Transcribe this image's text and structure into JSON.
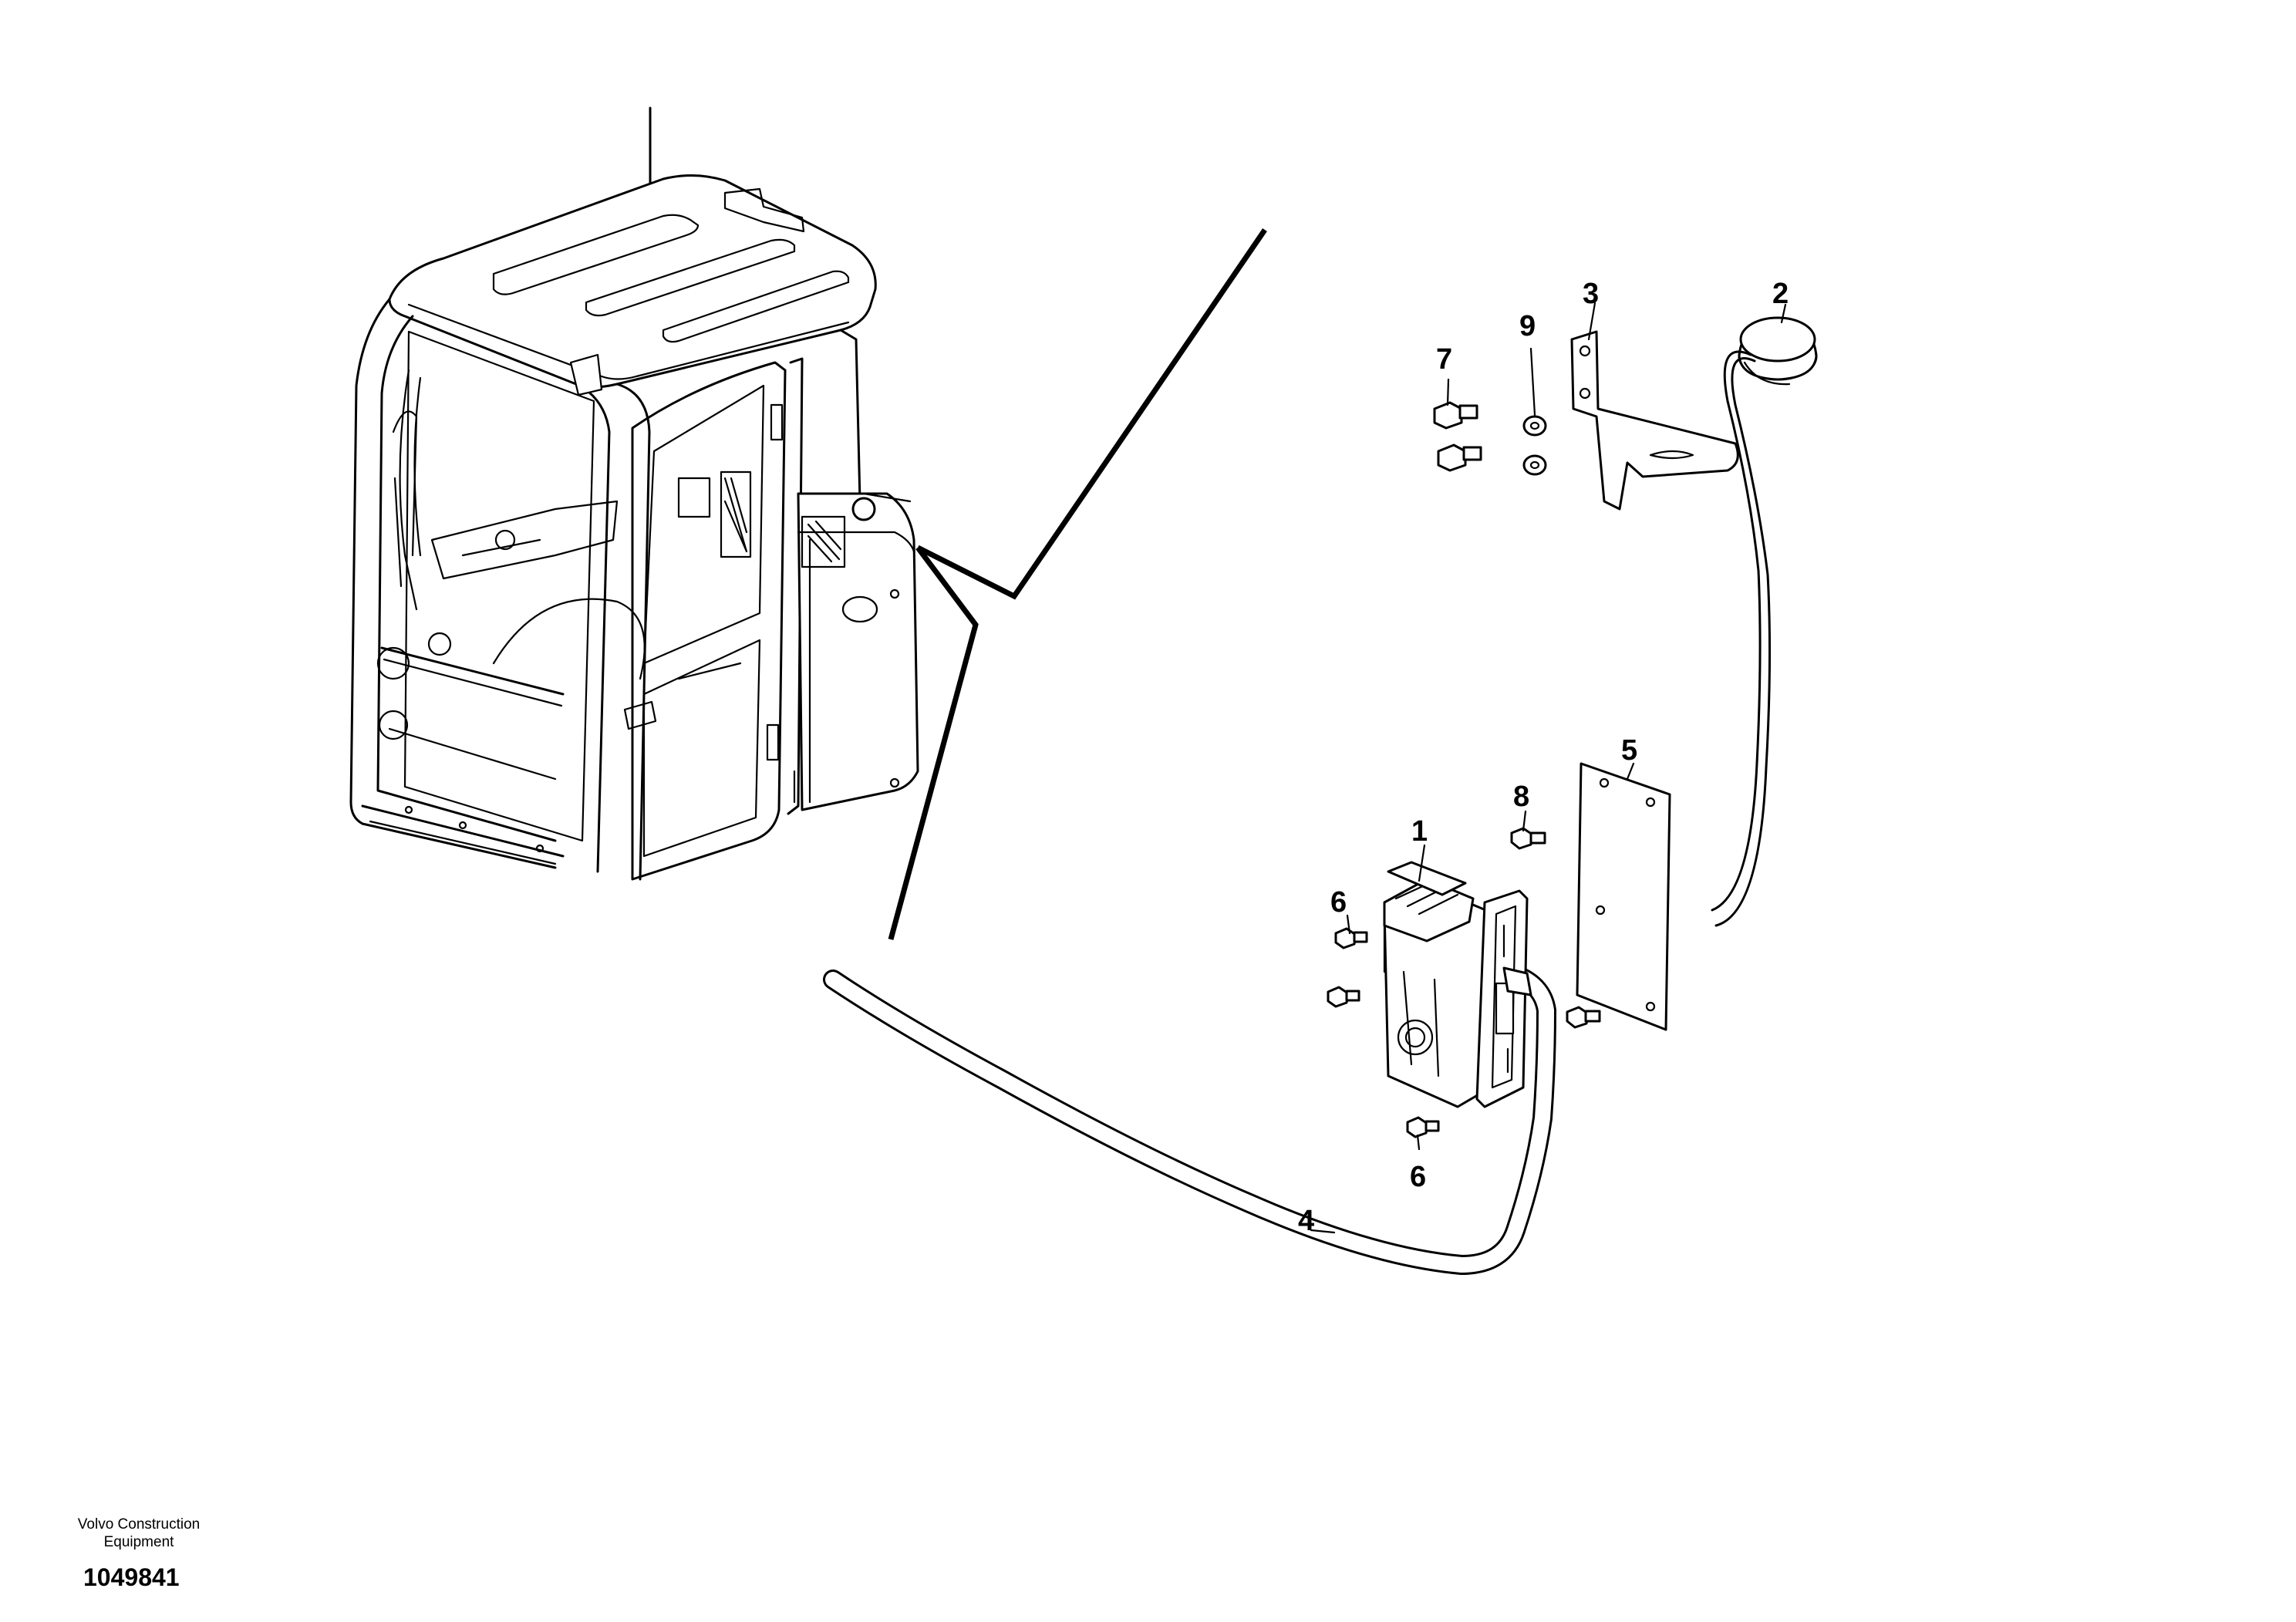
{
  "diagram": {
    "callouts": [
      {
        "id": "1",
        "label": "1"
      },
      {
        "id": "2",
        "label": "2"
      },
      {
        "id": "3",
        "label": "3"
      },
      {
        "id": "4",
        "label": "4"
      },
      {
        "id": "5",
        "label": "5"
      },
      {
        "id": "6a",
        "label": "6"
      },
      {
        "id": "6b",
        "label": "6"
      },
      {
        "id": "7",
        "label": "7"
      },
      {
        "id": "8",
        "label": "8"
      },
      {
        "id": "9",
        "label": "9"
      }
    ]
  },
  "footer": {
    "company_line1": "Volvo Construction",
    "company_line2": "Equipment",
    "doc_number": "1049841"
  },
  "colors": {
    "line": "#000000",
    "background": "#ffffff"
  }
}
